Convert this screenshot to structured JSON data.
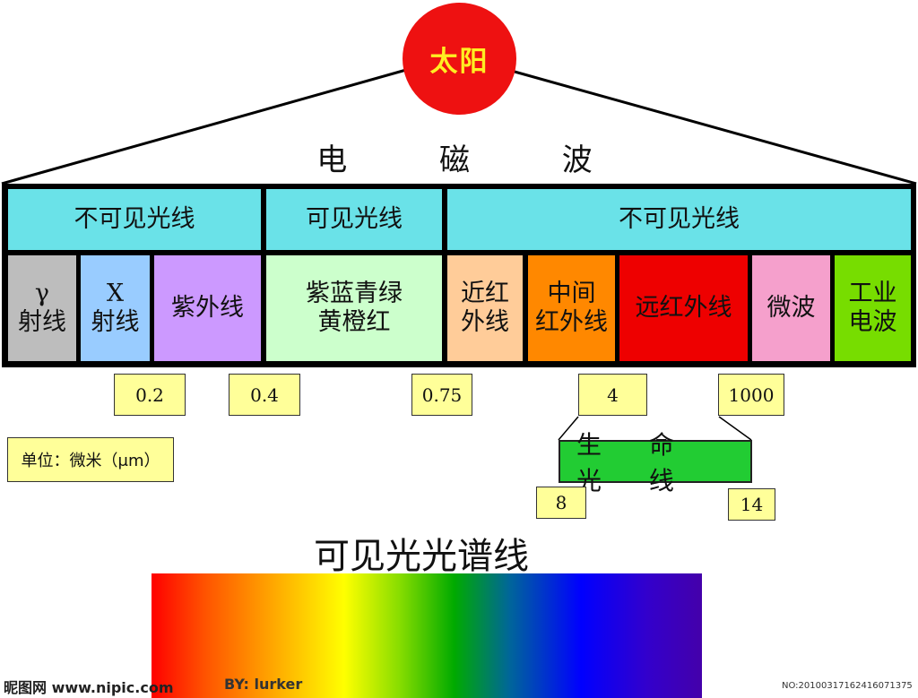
{
  "sun_label": "太阳",
  "em_title": "电 磁 波",
  "top_bands": [
    "不可见光线",
    "可见光线",
    "不可见光线"
  ],
  "bands": [
    {
      "line1": "γ",
      "line2": "射线"
    },
    {
      "line1": "X",
      "line2": "射线"
    },
    {
      "line1": "紫外线",
      "line2": ""
    },
    {
      "line1": "紫蓝青绿",
      "line2": "黄橙红"
    },
    {
      "line1": "近红",
      "line2": "外线"
    },
    {
      "line1": "中间",
      "line2": "红外线"
    },
    {
      "line1": "远红外线",
      "line2": ""
    },
    {
      "line1": "微波",
      "line2": ""
    },
    {
      "line1": "工业",
      "line2": "电波"
    }
  ],
  "boundaries": [
    "0.2",
    "0.4",
    "0.75",
    "4",
    "1000"
  ],
  "unit_label": "单位：微米（μm）",
  "life_rays": {
    "label": "生 命 光 线",
    "min": "8",
    "max": "14"
  },
  "spectrum_title": "可见光光谱线",
  "watermark": {
    "site": "昵图网 www.nipic.com",
    "author": "BY: lurker",
    "id": "NO:20100317162416071375"
  },
  "colors": {
    "sun": "#ee1111",
    "sun_text": "#ffee22",
    "header": "#6ae2e8",
    "gamma": "#bdbdbd",
    "xray": "#99ccff",
    "uv": "#cc99ff",
    "visible": "#ccffcc",
    "near_ir": "#ffcc99",
    "mid_ir": "#ff8800",
    "far_ir": "#ee0000",
    "microwave": "#f5a0cc",
    "radio": "#77dd00",
    "label_box": "#ffff99",
    "life": "#22cc33"
  }
}
